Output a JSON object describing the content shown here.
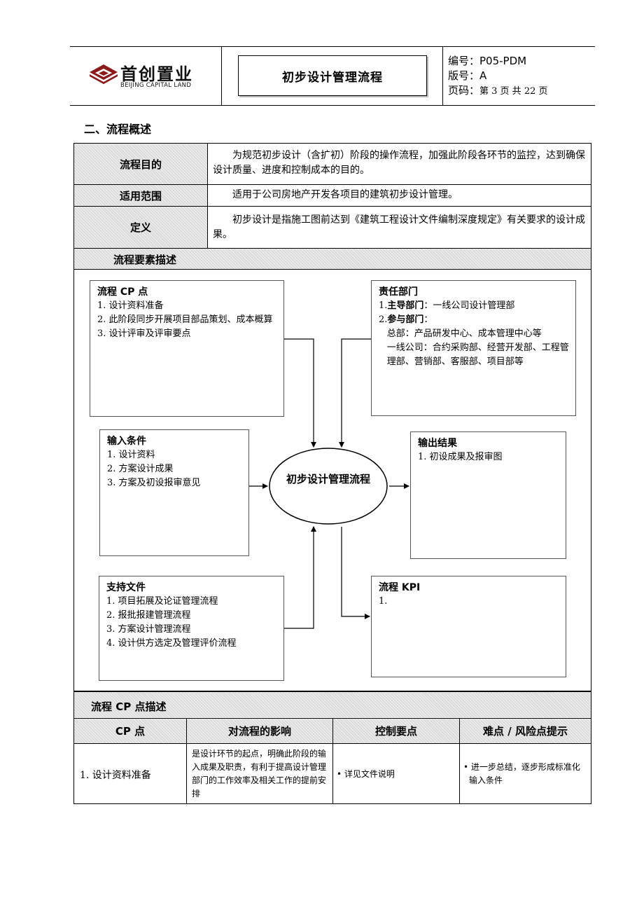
{
  "header": {
    "logo_cn": "首创置业",
    "logo_en": "BEIJING CAPITAL LAND",
    "doc_title": "初步设计管理流程",
    "code": "编号：P05-PDM",
    "version": "版号：A",
    "page_label": "页码：",
    "page_text": "第 3 页 共 22 页"
  },
  "section_title": "二、流程概述",
  "overview": {
    "purpose_label": "流程目的",
    "purpose_text": "为规范初步设计（含扩初）阶段的操作流程，加强此阶段各环节的监控，达到确保设计质量、进度和控制成本的目的。",
    "scope_label": "适用范围",
    "scope_text": "适用于公司房地产开发各项目的建筑初步设计管理。",
    "def_label": "定义",
    "def_text": "初步设计是指施工图前达到《建筑工程设计文件编制深度规定》有关要求的设计成果。",
    "elements_label": "流程要素描述"
  },
  "diagram": {
    "cp": {
      "title": "流程 CP 点",
      "items": [
        "1.  设计资料准备",
        "2.  此阶段同步开展项目部品策划、成本概算",
        "3.  设计评审及评审要点"
      ]
    },
    "dept": {
      "title": "责任部门",
      "main_prefix": "1.",
      "main_label": "主导部门",
      "main_value": "：一线公司设计管理部",
      "part_prefix": "2.",
      "part_label": "参与部门",
      "part_colon": "：",
      "hq": "总部：产品研发中心、成本管理中心等",
      "local": "一线公司：合约采购部、经营开发部、工程管理部、营销部、客服部、项目部等"
    },
    "input": {
      "title": "输入条件",
      "items": [
        "1.  设计资料",
        "2.  方案设计成果",
        "3.  方案及初设报审意见"
      ]
    },
    "center": "初步设计管理流程",
    "output": {
      "title": "输出结果",
      "items": [
        "1. 初设成果及报审图"
      ]
    },
    "support": {
      "title": "支持文件",
      "items": [
        "1. 项目拓展及论证管理流程",
        "2. 报批报建管理流程",
        "3. 方案设计管理流程",
        "4. 设计供方选定及管理评价流程"
      ]
    },
    "kpi": {
      "title": "流程 KPI",
      "items": [
        "1."
      ]
    }
  },
  "cp_table": {
    "title": "流程 CP 点描述",
    "headers": [
      "CP 点",
      "对流程的影响",
      "控制要点",
      "难点 / 风险点提示"
    ],
    "rows": [
      {
        "cp": "1.  设计资料准备",
        "impact": "是设计环节的起点，明确此阶段的输入成果及职责，有利于提高设计管理部门的工作效率及相关工作的提前安排",
        "control": "• 详见文件说明",
        "risk": "• 进一步总结，逐步形成标准化输入条件"
      }
    ]
  }
}
